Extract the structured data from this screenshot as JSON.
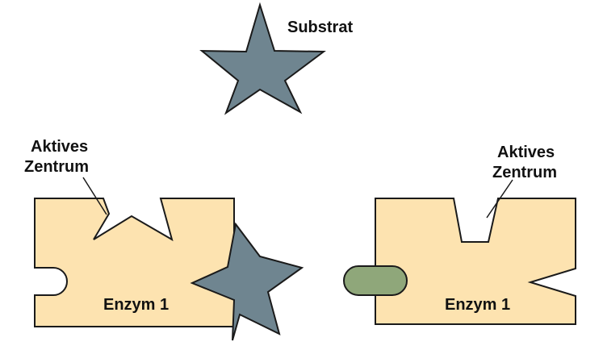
{
  "labels": {
    "substrate": "Substrat",
    "active_site_left_line1": "Aktives",
    "active_site_left_line2": "Zentrum",
    "active_site_right_line1": "Aktives",
    "active_site_right_line2": "Zentrum",
    "enzyme_left": "Enzym 1",
    "enzyme_right": "Enzym 1"
  },
  "colors": {
    "enzyme_fill": "#fde3b0",
    "substrate_fill": "#6f8590",
    "inhibitor_fill": "#8fa77a",
    "outline": "#1a1a1a"
  }
}
